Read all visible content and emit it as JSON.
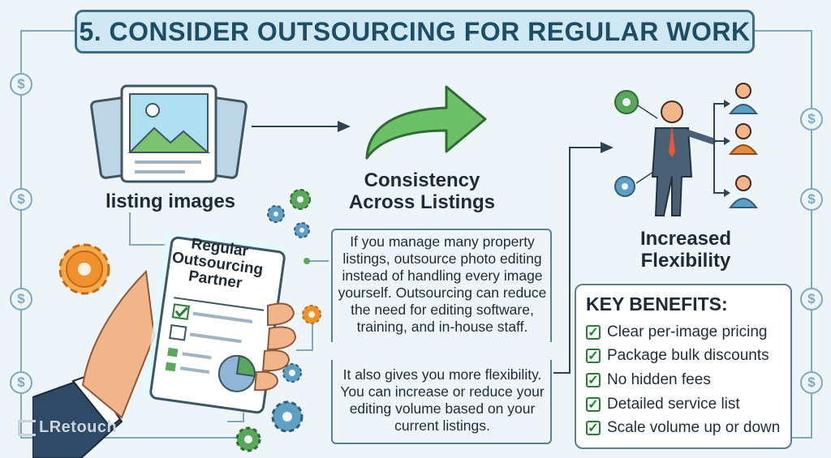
{
  "title": "5. CONSIDER OUTSOURCING FOR REGULAR WORK",
  "listing_label": "listing images",
  "consistency_label_line1": "Consistency",
  "consistency_label_line2": "Across Listings",
  "flexibility_label_line1": "Increased",
  "flexibility_label_line2": "Flexibility",
  "document": {
    "line1": "Regular",
    "line2": "Outsourcing",
    "line3": "Partner"
  },
  "paragraph1": "If you manage many property listings, outsource photo editing instead of handling every image yourself. Outsourcing can reduce the need for editing software, training, and in-house staff.",
  "paragraph2": "It also gives you more flexibility. You can increase or reduce your editing volume based on your current listings.",
  "key_benefits": {
    "title": "KEY BENEFITS:",
    "items": [
      "Clear per-image pricing",
      "Package bulk discounts",
      "No hidden fees",
      "Detailed service list",
      "Scale volume up or down"
    ]
  },
  "watermark": "LRetouch",
  "currency_symbol": "$",
  "colors": {
    "title_bg": "#cfe8f3",
    "title_border": "#3e6e86",
    "arrow_green": "#5cb85c",
    "gear_orange": "#f0912f",
    "gear_green": "#5aa65a",
    "gear_blue": "#5f9fc4",
    "person_blue": "#5d9ec6",
    "person_orange": "#e8893a"
  }
}
